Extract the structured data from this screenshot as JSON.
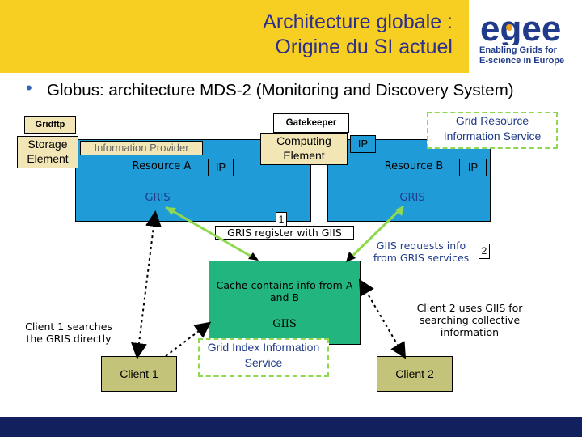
{
  "header": {
    "title_line1": "Architecture globale :",
    "title_line2": "Origine du SI actuel",
    "logo_text": "egee",
    "logo_sub1": "Enabling Grids for",
    "logo_sub2": "E-science in Europe"
  },
  "subtitle": "Globus: architecture MDS-2 (Monitoring and Discovery System)",
  "diagram": {
    "gridftp": "Gridftp",
    "storage_element": "Storage Element",
    "information_provider": "Information Provider",
    "resource_a": "Resource A",
    "ip": "IP",
    "gris": "GRIS",
    "gatekeeper": "Gatekeeper",
    "computing_element": "Computing Element",
    "resource_b": "Resource B",
    "grid_resource_information_service": "Grid Resource Information Service",
    "step1_number": "1",
    "step1_text": "GRIS register with GIIS",
    "step2_text": "GIIS requests info from GRIS services",
    "step2_number": "2",
    "cache_text": "Cache contains info from A and B",
    "giis": "GIIS",
    "grid_index_information_service": "Grid Index Information Service",
    "client1_note": "Client 1 searches the GRIS directly",
    "client1": "Client 1",
    "client2_note": "Client 2 uses GIIS for searching collective information",
    "client2": "Client 2"
  },
  "colors": {
    "header_yellow": "#f4c417",
    "resource_blue": "#1f9bd7",
    "giis_green": "#22b57f",
    "client_olive": "#c4c37a",
    "dashed_green": "#8fd84f"
  }
}
